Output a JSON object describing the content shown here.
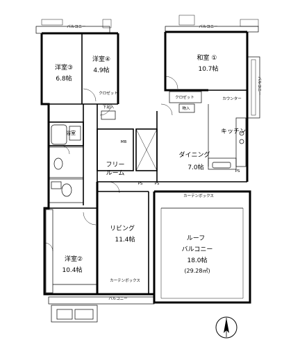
{
  "rooms": {
    "western3": {
      "name": "洋室③",
      "size": "6.8帖"
    },
    "western4": {
      "name": "洋室④",
      "size": "4.9帖"
    },
    "japanese1": {
      "name": "和室 ①",
      "size": "10.7帖"
    },
    "kitchen": {
      "name": "キッチン"
    },
    "dining": {
      "name": "ダイニング",
      "size": "7.0帖"
    },
    "free_room": {
      "name": "フリー",
      "name2": "ルーム"
    },
    "living": {
      "name": "リビング",
      "size": "11.4帖"
    },
    "western2": {
      "name": "洋室②",
      "size": "10.4帖"
    },
    "roof_balcony": {
      "name": "ルーフ",
      "name2": "バルコニー",
      "size": "18.0帖",
      "area": "(29.28㎡)"
    },
    "bath": {
      "name": "浴室"
    }
  },
  "small_labels": {
    "balcony": "バルコニー",
    "closet": "クロゼット",
    "storage": "物入",
    "counter": "カウンター",
    "mb": "MB",
    "ps": "PS",
    "curtain_box": "カーテンボックス",
    "shoebox": "下足入"
  },
  "compass": {
    "direction": "N"
  }
}
